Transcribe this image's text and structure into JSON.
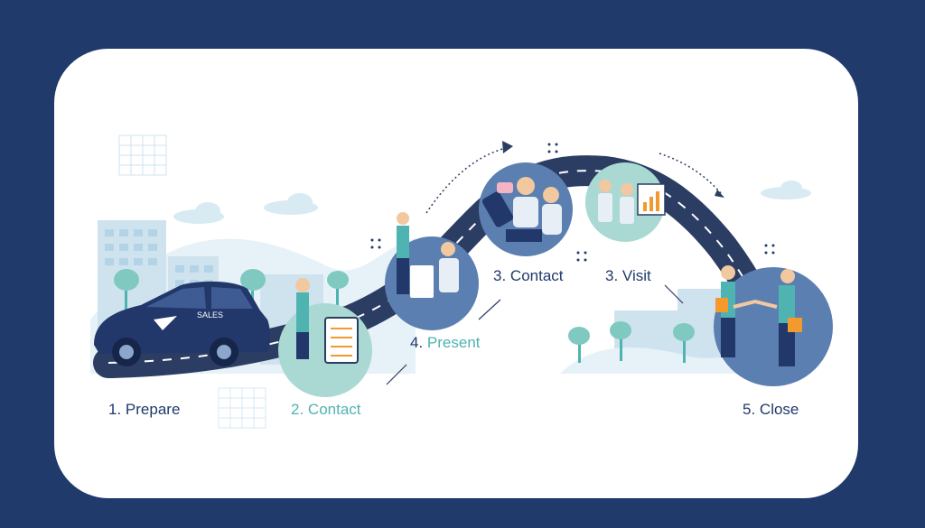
{
  "car": {
    "badge_text": "SALES"
  },
  "steps": [
    {
      "number": "1.",
      "label": "Prepare",
      "accent": false
    },
    {
      "number": "2.",
      "label": "Contact",
      "accent": true
    },
    {
      "number": "4.",
      "label": "Present",
      "accent": true
    },
    {
      "number": "3.",
      "label": "Contact",
      "accent": false
    },
    {
      "number": "3.",
      "label": "Visit",
      "accent": false
    },
    {
      "number": "5.",
      "label": "Close",
      "accent": false
    }
  ],
  "colors": {
    "background": "#1f3a6b",
    "card": "#ffffff",
    "road": "#2b3d63",
    "circle_blue": "#5b7fb0",
    "circle_teal": "#a9d9d2",
    "accent_teal": "#4fb3b2",
    "label_dark": "#1f3a6b"
  },
  "icons": [
    "car-icon",
    "clipboard-icon",
    "phone-icon",
    "chart-icon",
    "handshake-icon",
    "arrow-icon"
  ]
}
